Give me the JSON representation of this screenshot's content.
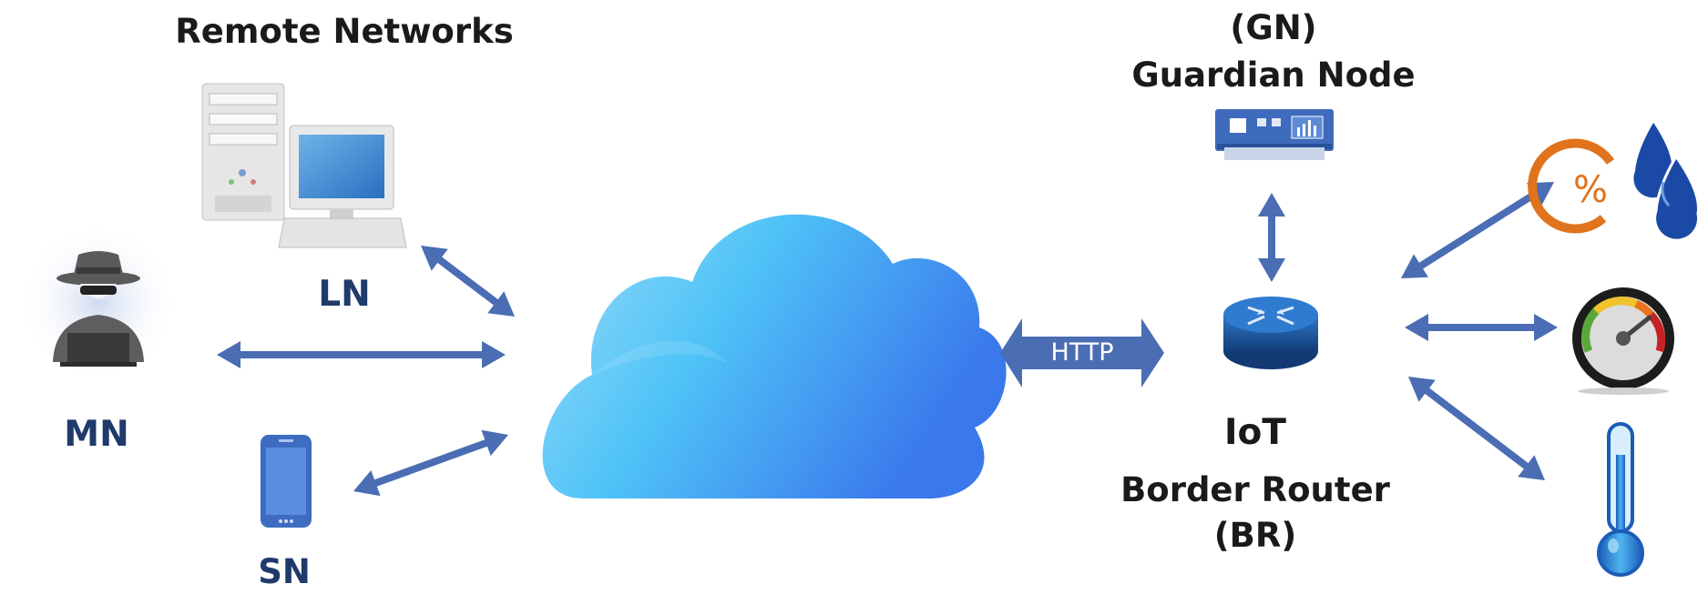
{
  "labels": {
    "remote_networks": "Remote Networks",
    "ln": "LN",
    "mn": "MN",
    "sn": "SN",
    "gn_abbr": "(GN)",
    "gn_name": "Guardian Node",
    "http": "HTTP",
    "iot": "IoT",
    "br_name": "Border Router",
    "br_abbr": "(BR)"
  },
  "colors": {
    "arrow": "#4a6db3",
    "cloud_light": "#8ed6f7",
    "cloud_dark": "#3b82ee",
    "label_navy": "#1f3a6b",
    "humidity_orange": "#e0731c",
    "water_drop": "#1b4aa6",
    "router_blue": "#1e4f9a"
  },
  "icons": {
    "ln": "desktop-computer-icon",
    "mn": "hacker-icon",
    "sn": "smartphone-icon",
    "gn": "network-device-icon",
    "br": "router-icon",
    "cloud": "cloud-icon",
    "humidity": "humidity-sensor-icon",
    "pressure": "gauge-sensor-icon",
    "temperature": "thermometer-sensor-icon"
  }
}
